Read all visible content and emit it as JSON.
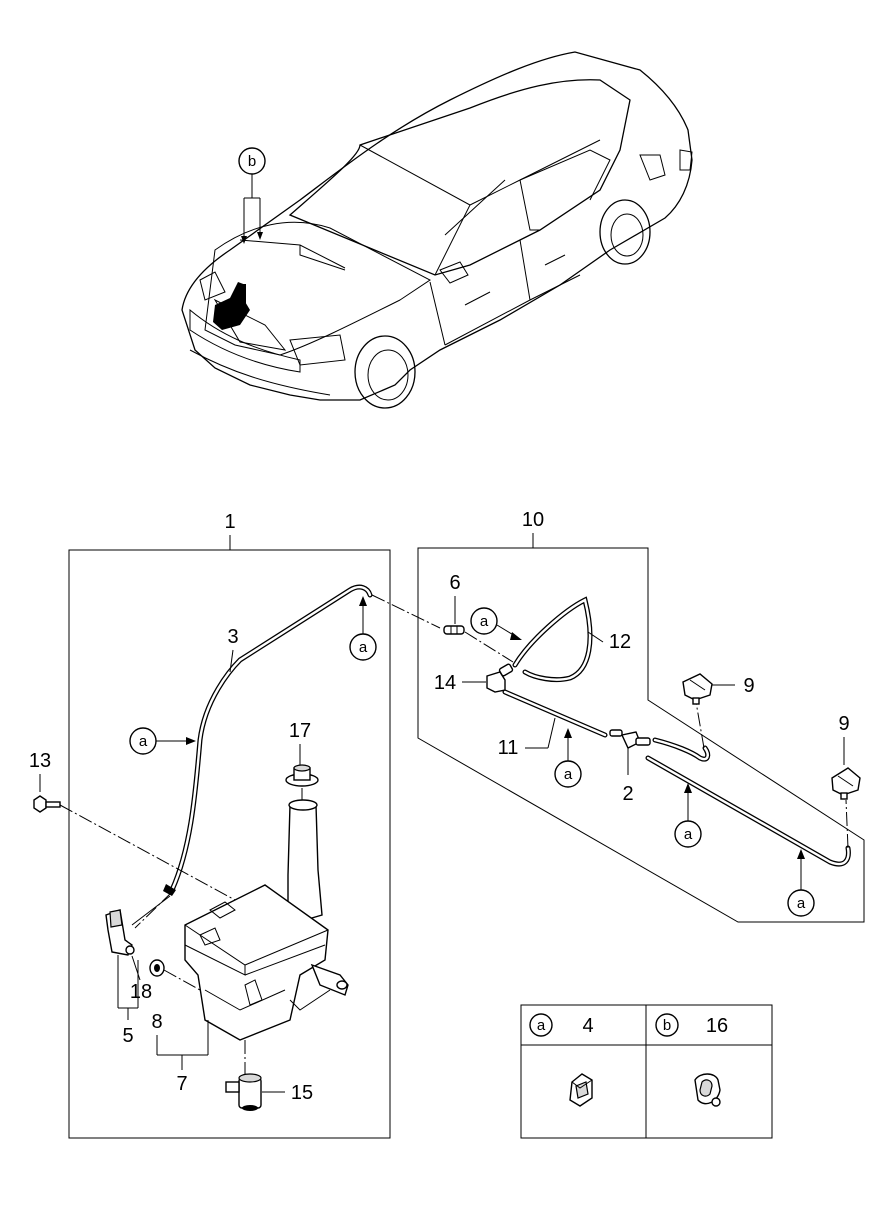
{
  "diagram": {
    "car_callout": "b",
    "group_labels": {
      "tank_assembly": "1",
      "hose_assembly": "10"
    },
    "part_labels": {
      "hose_main": "3",
      "bolt": "13",
      "cap": "17",
      "motor": "5",
      "motor_seal": "18",
      "grommet": "8",
      "pump_group": "7",
      "level_sensor": "15",
      "connector_6": "6",
      "hose_12": "12",
      "elbow": "14",
      "hose_11": "11",
      "joint": "2",
      "nozzle_left": "9",
      "nozzle_right": "9"
    },
    "clip_callout_letter": "a",
    "legend": {
      "cells": [
        {
          "letter": "a",
          "part": "4"
        },
        {
          "letter": "b",
          "part": "16"
        }
      ]
    }
  }
}
